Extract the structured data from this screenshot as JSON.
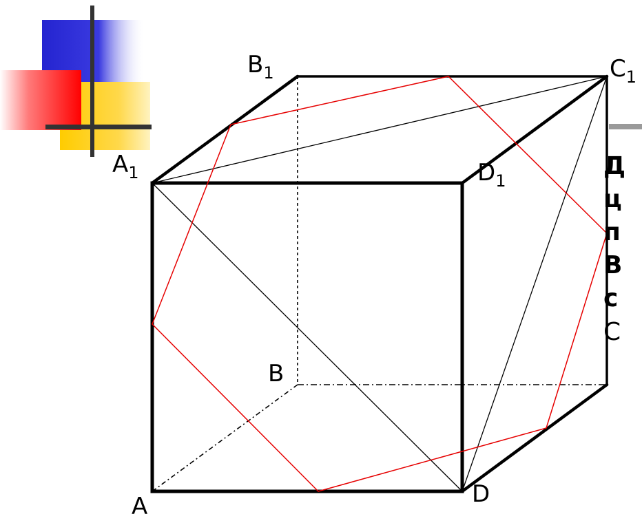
{
  "vertices": {
    "A": {
      "letter": "A",
      "sub": ""
    },
    "B": {
      "letter": "B",
      "sub": ""
    },
    "D": {
      "letter": "D",
      "sub": ""
    },
    "A1": {
      "letter": "A",
      "sub": "1"
    },
    "B1": {
      "letter": "B",
      "sub": "1"
    },
    "C1": {
      "letter": "C",
      "sub": "1"
    },
    "D1": {
      "letter": "D",
      "sub": "1"
    }
  },
  "side_text": {
    "bold_lines": [
      "Д",
      "ц",
      "п",
      "В",
      "с"
    ],
    "plain_line": "С"
  },
  "colors": {
    "edges": "#000000",
    "section": "#e60000",
    "decor_blue": "#2b2bd6",
    "decor_yellow": "#ffd21a",
    "decor_red": "#ff1a1a",
    "decor_bar": "#333333",
    "slide_rule": "#9a9a9a"
  }
}
